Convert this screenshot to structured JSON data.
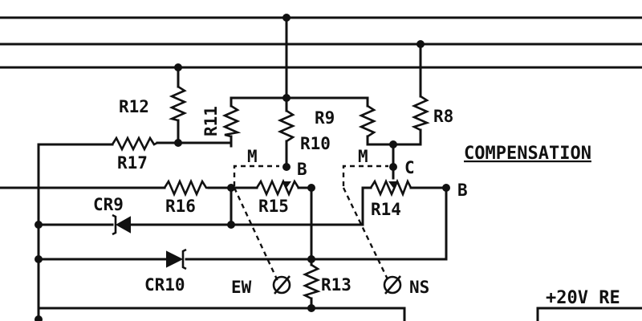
{
  "labels": {
    "R12": "R12",
    "R11": "R11",
    "R9": "R9",
    "R10": "R10",
    "R8": "R8",
    "R17": "R17",
    "R16": "R16",
    "R15": "R15",
    "R14": "R14",
    "R13": "R13",
    "CR9": "CR9",
    "CR10": "CR10",
    "M_left": "M",
    "M_right": "M",
    "B_left": "B",
    "B_right": "B",
    "C": "C",
    "EW": "EW",
    "NS": "NS",
    "section_title": "COMPENSATION",
    "supply_label": "+20V RE"
  }
}
